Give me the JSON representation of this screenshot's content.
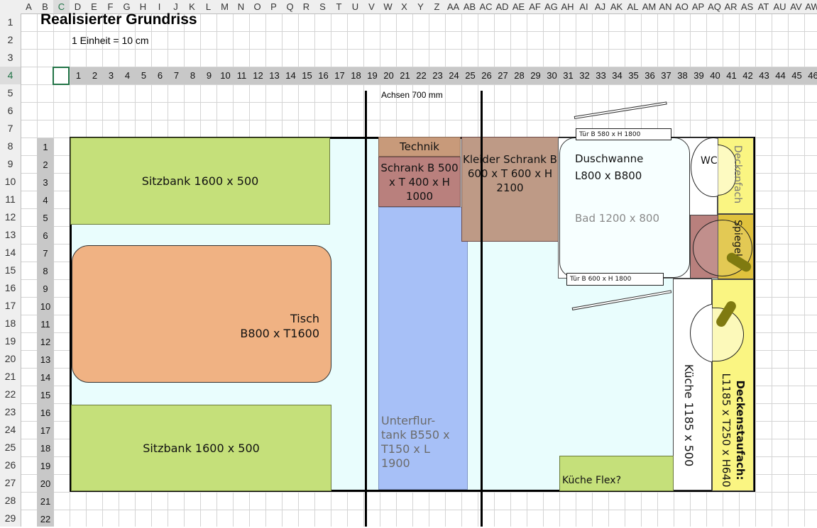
{
  "sheet": {
    "columns": [
      "A",
      "B",
      "C",
      "D",
      "E",
      "F",
      "G",
      "H",
      "I",
      "J",
      "K",
      "L",
      "M",
      "N",
      "O",
      "P",
      "Q",
      "R",
      "S",
      "T",
      "U",
      "V",
      "W",
      "X",
      "Y",
      "Z",
      "AA",
      "AB",
      "AC",
      "AD",
      "AE",
      "AF",
      "AG",
      "AH",
      "AI",
      "AJ",
      "AK",
      "AL",
      "AM",
      "AN",
      "AO",
      "AP",
      "AQ",
      "AR",
      "AS",
      "AT",
      "AU",
      "AV",
      "AW"
    ],
    "rows": [
      "1",
      "2",
      "3",
      "4",
      "5",
      "6",
      "7",
      "8",
      "9",
      "10",
      "11",
      "12",
      "13",
      "14",
      "15",
      "16",
      "17",
      "18",
      "19",
      "20",
      "21",
      "22",
      "23",
      "24",
      "25",
      "26",
      "27",
      "28",
      "29"
    ],
    "selected_column": "C",
    "selected_row": "4",
    "ruler_h": [
      "1",
      "2",
      "3",
      "4",
      "5",
      "6",
      "7",
      "8",
      "9",
      "10",
      "11",
      "12",
      "13",
      "14",
      "15",
      "16",
      "17",
      "18",
      "19",
      "20",
      "21",
      "22",
      "23",
      "24",
      "25",
      "26",
      "27",
      "28",
      "29",
      "30",
      "31",
      "32",
      "33",
      "34",
      "35",
      "36",
      "37",
      "38",
      "39",
      "40",
      "41",
      "42",
      "43",
      "44",
      "45",
      "46"
    ],
    "ruler_v": [
      "1",
      "2",
      "3",
      "4",
      "5",
      "6",
      "7",
      "8",
      "9",
      "10",
      "11",
      "12",
      "13",
      "14",
      "15",
      "16",
      "17",
      "18",
      "19",
      "20",
      "21",
      "22"
    ]
  },
  "title": "Realisierter Grundriss",
  "scale_note": "1 Einheit = 10 cm",
  "axes_label": "Achsen 700 mm",
  "plan": {
    "bench_top": "Sitzbank 1600 x 500",
    "bench_bottom": "Sitzbank 1600 x 500",
    "table_line1": "Tisch",
    "table_line2": "B800 x T1600",
    "technik": "Technik",
    "schrank_b": "Schrank B 500 x T 400 x H 1000",
    "kleider": "Kleider Schrank B 600 x T 600 x H 2100",
    "tank": "Unterflur-tank B550 x T150 x L 1900",
    "door_top": "Tür  B 580 x H 1800",
    "door_bottom": "Tür  B 600 x H 1800",
    "dusche_line1": "Duschwanne",
    "dusche_line2": "L800 x B800",
    "bad": "Bad 1200 x 800",
    "wc": "WC",
    "deckenfach": "Deckenfach",
    "spiegel": "Spiegel",
    "kueche": "Küche 1185 x 500",
    "kueche_flex": "Küche Flex?",
    "deckenstaufach_title": "Deckenstaufach:",
    "deckenstaufach_dims": "L1185 x T250 x H640"
  },
  "colors": {
    "floor": "#e9fdfd",
    "bench": "#c5e07a",
    "table": "#f0b283",
    "technik": "#c89a7a",
    "schrank": "#b9807d",
    "kleider": "#be9a86",
    "tank": "#a7c0f7",
    "yellow": "#faf582",
    "kitchen_flex": "#c5e07a"
  }
}
